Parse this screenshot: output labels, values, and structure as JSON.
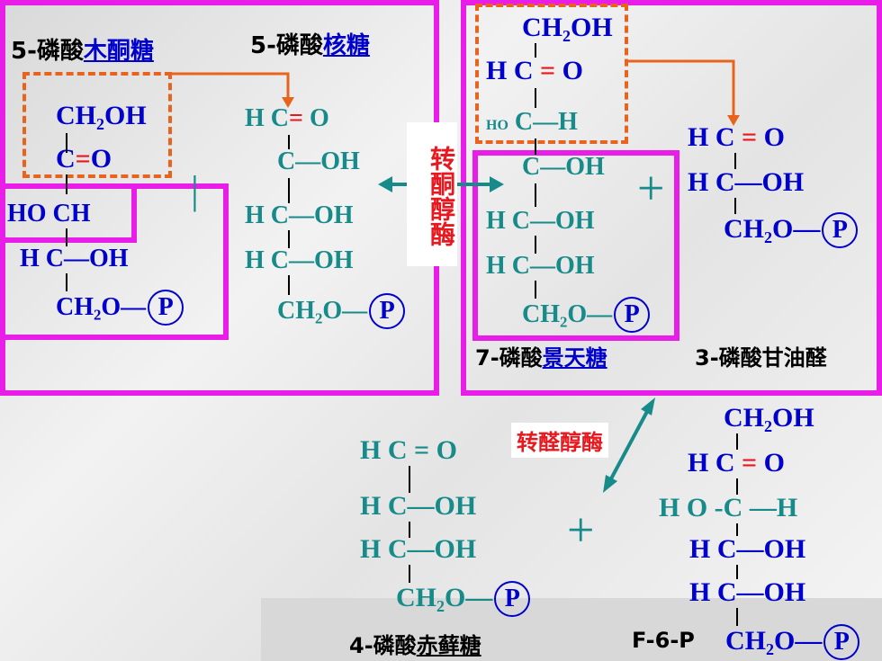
{
  "labels": {
    "xylulose": "5-磷酸",
    "xylulose_u": "木酮糖",
    "ribose": "5-磷酸",
    "ribose_u": "核糖",
    "sedo": "7-磷酸",
    "sedo_u": "景天糖",
    "ga3p": "3-磷酸甘油醛",
    "ery": "4-磷酸",
    "ery_u": "赤藓糖",
    "f6p": "F-6-P"
  },
  "enzymes": {
    "top": "转酮醇酶",
    "bottom": "转醛醇酶"
  },
  "plus": "+",
  "p": "P",
  "colors": {
    "magenta": "#e81ee8",
    "orange": "#e8641e",
    "blue": "#0000cc",
    "teal": "#178a8a",
    "red": "#e8181e"
  },
  "structures": {
    "xylulose": [
      "CH₂OH",
      "C=O",
      "HO CH",
      "H C—OH",
      "CH₂O—"
    ],
    "ribose": [
      "H C= O",
      "C—OH",
      "H C—OH",
      "H C—OH",
      "CH₂O—"
    ],
    "sedo": [
      "CH₂OH",
      "H C = O",
      "HO C—H",
      "C—OH",
      "H C—OH",
      "H C—OH",
      "CH₂O—"
    ],
    "ga3p": [
      "H C = O",
      "H C—OH",
      "CH₂O—"
    ],
    "ery": [
      "H C = O",
      "H C—OH",
      "H C—OH",
      "CH₂O—"
    ],
    "f6p": [
      "CH₂OH",
      "H C = O",
      "H O -C —H",
      "H C—OH",
      "H C—OH",
      "CH₂O—"
    ]
  }
}
